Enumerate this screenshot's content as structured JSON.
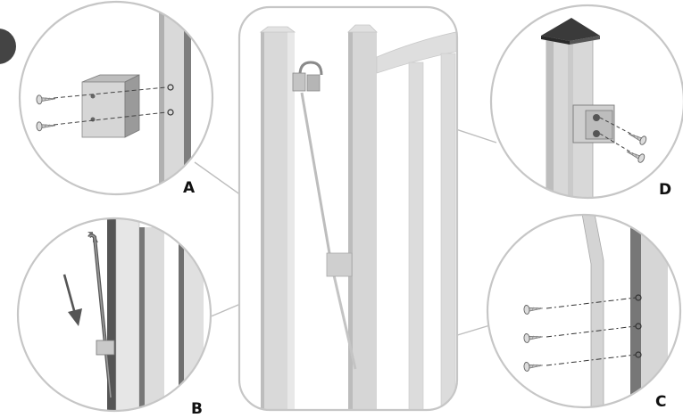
{
  "callouts": {
    "a": "A",
    "b": "B",
    "c": "C",
    "d": "D"
  },
  "colors": {
    "post_face": "#d6d6d6",
    "post_light": "#ececec",
    "post_dark": "#7a7a7a",
    "frame_stroke": "#c8c8c8",
    "cap": "#3a3a3a",
    "arrow": "#555555"
  },
  "icons": [
    "screw-icon",
    "arrow-down-icon",
    "post-cap-icon",
    "hinge-bracket-icon"
  ]
}
